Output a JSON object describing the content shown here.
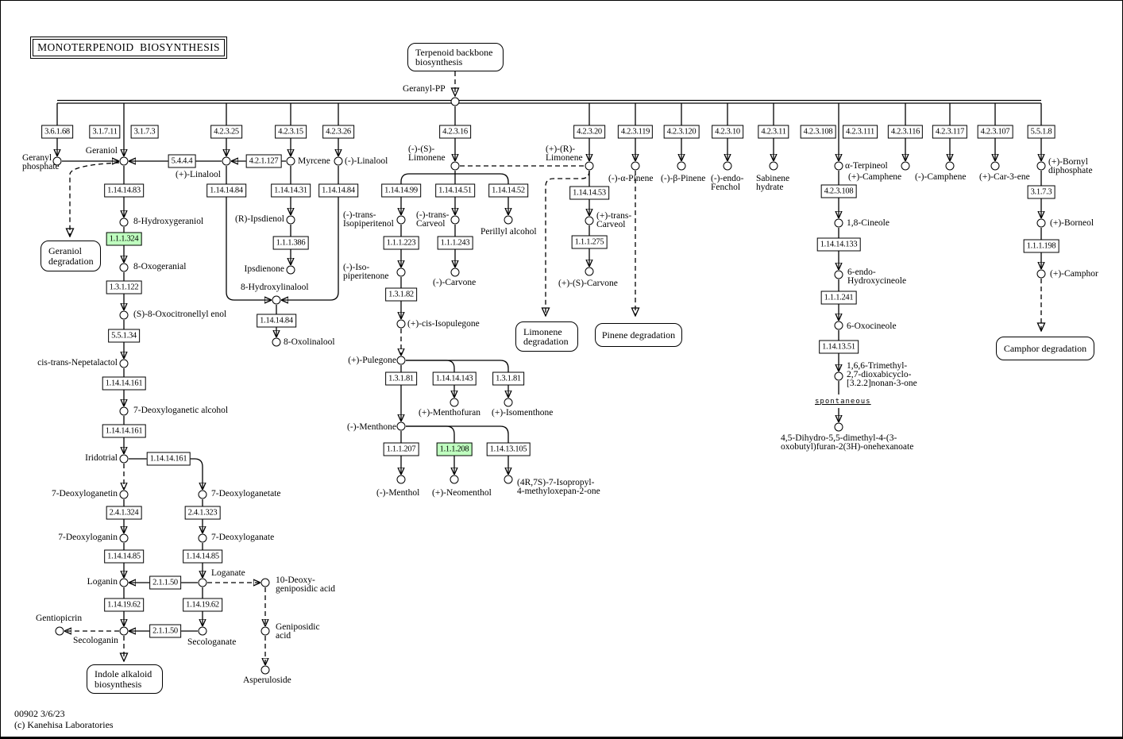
{
  "title": "MONOTERPENOID  BIOSYNTHESIS",
  "footer": {
    "line1": "00902 3/6/23",
    "line2": "(c) Kanehisa Laboratories"
  },
  "colors": {
    "highlight_green": "#bfffbf",
    "line": "#000000",
    "background": "#ffffff"
  },
  "map_links": {
    "terpenoid_backbone": "Terpenoid backbone\nbiosynthesis",
    "geraniol_degradation": "Geraniol\ndegradation",
    "limonene_degradation": "Limonene\ndegradation",
    "pinene_degradation": "Pinene degradation",
    "indole_alkaloid": "Indole alkaloid\nbiosynthesis",
    "camphor_degradation": "Camphor degradation"
  },
  "ec": {
    "e3_6_1_68": "3.6.1.68",
    "e3_1_7_11": "3.1.7.11",
    "e3_1_7_3": "3.1.7.3",
    "e4_2_3_25": "4.2.3.25",
    "e4_2_3_15": "4.2.3.15",
    "e4_2_3_26": "4.2.3.26",
    "e4_2_3_16": "4.2.3.16",
    "e4_2_3_20": "4.2.3.20",
    "e4_2_3_119": "4.2.3.119",
    "e4_2_3_120": "4.2.3.120",
    "e4_2_3_10": "4.2.3.10",
    "e4_2_3_11": "4.2.3.11",
    "e4_2_3_108": "4.2.3.108",
    "e4_2_3_111": "4.2.3.111",
    "e4_2_3_116": "4.2.3.116",
    "e4_2_3_117": "4.2.3.117",
    "e4_2_3_107": "4.2.3.107",
    "e5_5_1_8": "5.5.1.8",
    "e5_4_4_4": "5.4.4.4",
    "e4_2_1_127": "4.2.1.127",
    "e1_14_14_83": "1.14.14.83",
    "e1_1_1_324": "1.1.1.324",
    "e1_3_1_122": "1.3.1.122",
    "e5_5_1_34": "5.5.1.34",
    "e1_14_14_161": "1.14.14.161",
    "e2_4_1_324": "2.4.1.324",
    "e2_4_1_323": "2.4.1.323",
    "e1_14_14_85": "1.14.14.85",
    "e2_1_1_50": "2.1.1.50",
    "e1_14_19_62": "1.14.19.62",
    "e1_14_14_84": "1.14.14.84",
    "e1_14_14_31": "1.14.14.31",
    "e1_1_1_386": "1.1.1.386",
    "e1_14_14_99": "1.14.14.99",
    "e1_14_14_51": "1.14.14.51",
    "e1_14_14_52": "1.14.14.52",
    "e1_1_1_223": "1.1.1.223",
    "e1_1_1_243": "1.1.1.243",
    "e1_3_1_82": "1.3.1.82",
    "e1_3_1_81": "1.3.1.81",
    "e1_14_14_143": "1.14.14.143",
    "e1_1_1_207": "1.1.1.207",
    "e1_1_1_208": "1.1.1.208",
    "e1_14_13_105": "1.14.13.105",
    "e1_14_14_53": "1.14.14.53",
    "e1_1_1_275": "1.1.1.275",
    "e1_14_14_133": "1.14.14.133",
    "e1_1_1_241": "1.1.1.241",
    "e1_14_13_51": "1.14.13.51",
    "e1_1_1_198": "1.1.1.198",
    "spontaneous": "spontaneous"
  },
  "c": {
    "geranyl_pp": "Geranyl-PP",
    "geranyl_phosphate": "Geranyl\nphosphate",
    "geraniol": "Geraniol",
    "linalool_plus": "(+)-Linalool",
    "myrcene": "Myrcene",
    "linalool_minus": "(-)-Linalool",
    "limonene_s": "(-)-(S)-\nLimonene",
    "limonene_r": "(+)-(R)-\nLimonene",
    "pinene_a": "(-)-α-Pinene",
    "pinene_b": "(-)-β-Pinene",
    "fenchol": "(-)-endo-\nFenchol",
    "sabinene": "Sabinene\nhydrate",
    "terpineol": "α-Terpineol",
    "camphene_p": "(+)-Camphene",
    "camphene_m": "(-)-Camphene",
    "car3ene": "(+)-Car-3-ene",
    "bornyl_pp": "(+)-Bornyl\ndiphosphate",
    "hydroxygeraniol": "8-Hydroxygeraniol",
    "oxogeranial": "8-Oxogeranial",
    "oxocitronellyl": "(S)-8-Oxocitronellyl enol",
    "nepetalactol": "cis-trans-Nepetalactol",
    "deoxyloganetic_alcohol": "7-Deoxyloganetic alcohol",
    "iridotrial": "Iridotrial",
    "deoxyloganetin": "7-Deoxyloganetin",
    "deoxyloganetate": "7-Deoxyloganetate",
    "deoxyloganin": "7-Deoxyloganin",
    "deoxyloganate": "7-Deoxyloganate",
    "loganin": "Loganin",
    "loganate": "Loganate",
    "deoxygeniposidic": "10-Deoxy-\ngeniposidic acid",
    "gentiopicrin": "Gentiopicrin",
    "secologanin": "Secologanin",
    "secologanate": "Secologanate",
    "geniposidic": "Geniposidic\nacid",
    "asperuloside": "Asperuloside",
    "ipsdienol": "(R)-Ipsdienol",
    "ipsdienone": "Ipsdienone",
    "hydroxylinalool": "8-Hydroxylinalool",
    "oxolinalool": "8-Oxolinalool",
    "isopiperitenol": "(-)-trans-\nIsopiperitenol",
    "carveol_minus": "(-)-trans-\nCarveol",
    "perillyl": "Perillyl alcohol",
    "isopiperitenone": "(-)-Iso-\npiperitenone",
    "carvone_minus": "(-)-Carvone",
    "isopulegone": "(+)-cis-Isopulegone",
    "pulegone": "(+)-Pulegone",
    "menthofuran": "(+)-Menthofuran",
    "isomenthone": "(+)-Isomenthone",
    "menthone": "(-)-Menthone",
    "menthol": "(-)-Menthol",
    "neomenthol": "(+)-Neomenthol",
    "oxepanone": "(4R,7S)-7-Isopropyl-\n4-methyloxepan-2-one",
    "carveol_plus": "(+)-trans-\nCarveol",
    "carvone_plus": "(+)-(S)-Carvone",
    "cineole": "1,8-Cineole",
    "hydroxycineole": "6-endo-\nHydroxycineole",
    "oxocineole": "6-Oxocineole",
    "trimethyl": "1,6,6-Trimethyl-\n2,7-dioxabicyclo-\n[3.2.2]nonan-3-one",
    "dihydrofuranone": "4,5-Dihydro-5,5-dimethyl-4-(3-\noxobutyl)furan-2(3H)-onehexanoate",
    "borneol": "(+)-Borneol",
    "camphor": "(+)-Camphor"
  }
}
